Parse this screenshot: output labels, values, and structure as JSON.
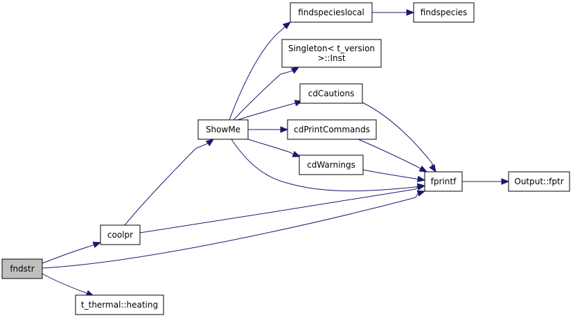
{
  "graph": {
    "nodes": [
      {
        "id": "fndstr",
        "label": "fndstr",
        "highlighted": true
      },
      {
        "id": "coolpr",
        "label": "coolpr"
      },
      {
        "id": "heating",
        "label": "t_thermal::heating"
      },
      {
        "id": "ShowMe",
        "label": "ShowMe"
      },
      {
        "id": "findspecieslocal",
        "label": "findspecieslocal"
      },
      {
        "id": "findspecies",
        "label": "findspecies"
      },
      {
        "id": "singleton",
        "label": [
          "Singleton< t_version",
          ">::Inst"
        ]
      },
      {
        "id": "cdCautions",
        "label": "cdCautions"
      },
      {
        "id": "cdPrintCommands",
        "label": "cdPrintCommands"
      },
      {
        "id": "cdWarnings",
        "label": "cdWarnings"
      },
      {
        "id": "fprintf",
        "label": "fprintf"
      },
      {
        "id": "fptr",
        "label": "Output::fptr"
      }
    ],
    "edges": [
      {
        "from": "fndstr",
        "to": "coolpr"
      },
      {
        "from": "fndstr",
        "to": "fprintf"
      },
      {
        "from": "fndstr",
        "to": "heating"
      },
      {
        "from": "coolpr",
        "to": "ShowMe"
      },
      {
        "from": "coolpr",
        "to": "fprintf"
      },
      {
        "from": "ShowMe",
        "to": "findspecieslocal"
      },
      {
        "from": "ShowMe",
        "to": "singleton"
      },
      {
        "from": "ShowMe",
        "to": "cdCautions"
      },
      {
        "from": "ShowMe",
        "to": "cdPrintCommands"
      },
      {
        "from": "ShowMe",
        "to": "cdWarnings"
      },
      {
        "from": "ShowMe",
        "to": "fprintf"
      },
      {
        "from": "findspecieslocal",
        "to": "findspecies"
      },
      {
        "from": "cdCautions",
        "to": "fprintf"
      },
      {
        "from": "cdPrintCommands",
        "to": "fprintf"
      },
      {
        "from": "cdWarnings",
        "to": "fprintf"
      },
      {
        "from": "fprintf",
        "to": "fptr"
      }
    ],
    "colors": {
      "edge": "#191970",
      "node_border": "#000000",
      "node_fill": "#ffffff",
      "highlight_fill": "#bfbfbf"
    }
  }
}
